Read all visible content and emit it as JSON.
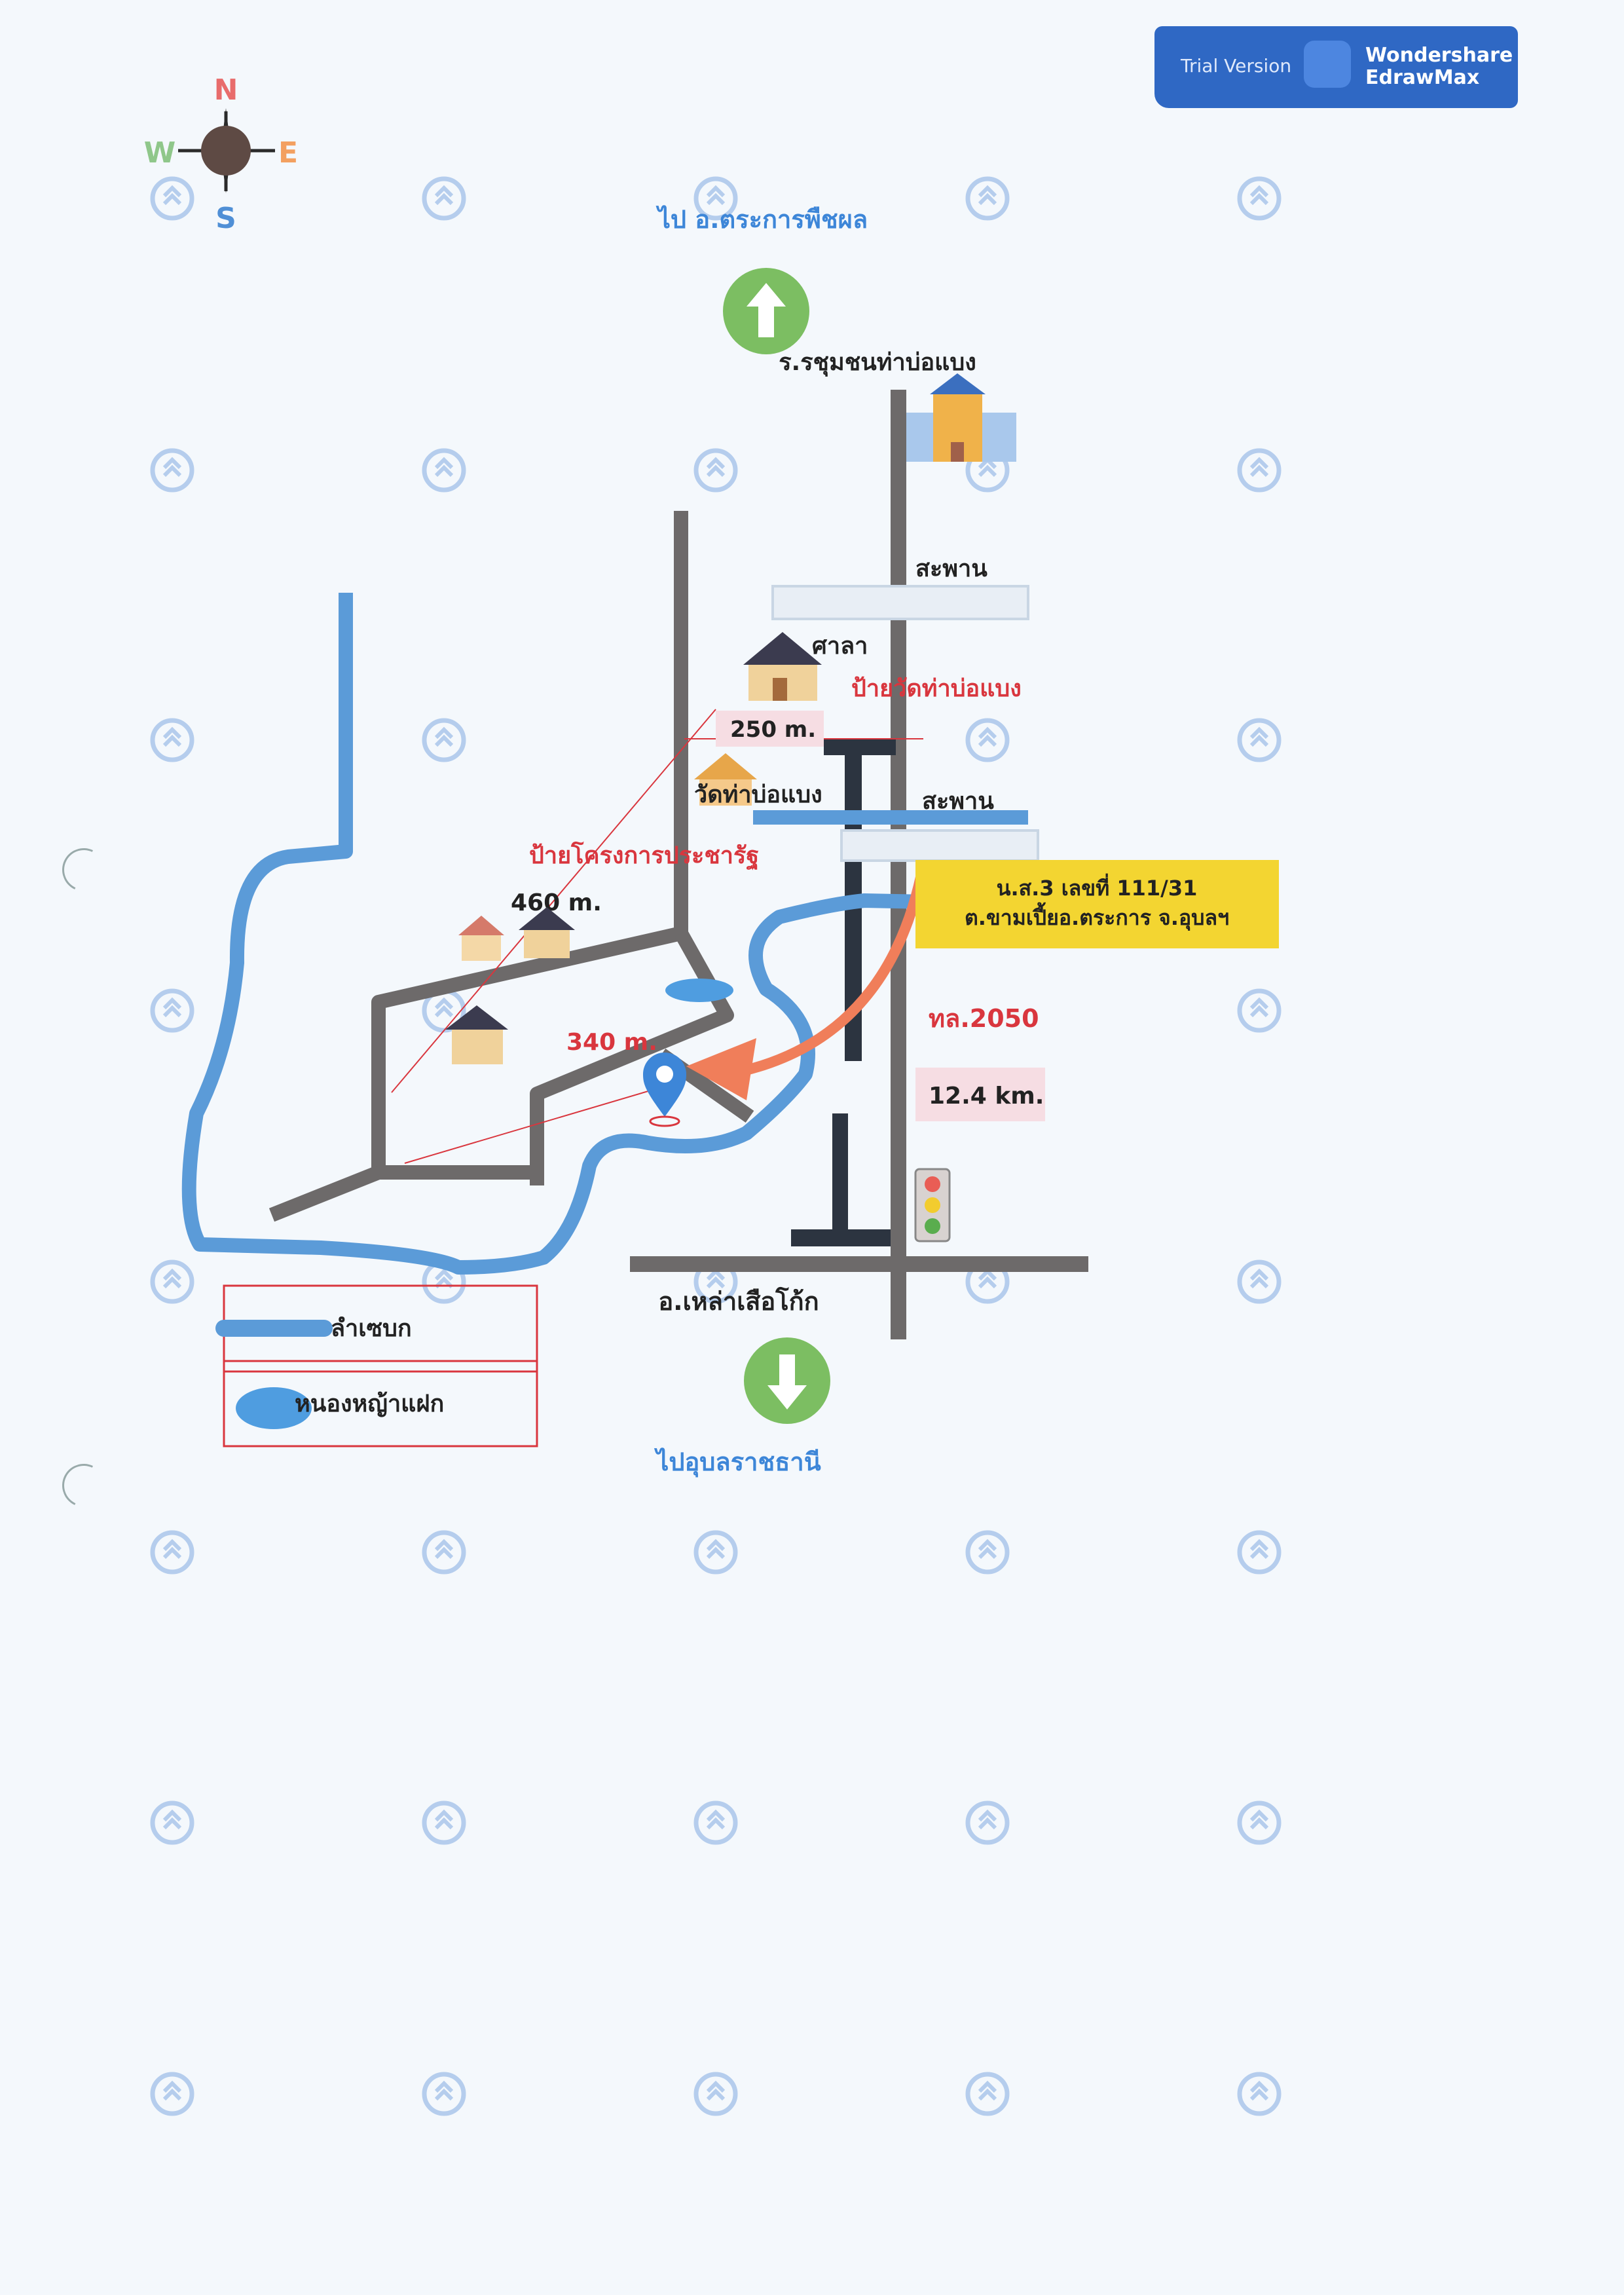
{
  "brand": {
    "trial_label": "Trial Version",
    "name_line1": "Wondershare",
    "name_line2": "EdrawMax"
  },
  "compass": {
    "north": "N",
    "east": "E",
    "south": "S",
    "west": "W"
  },
  "labels": {
    "to_north": "ไป อ.ตระการพืชผล",
    "school": "ร.รชุมชนท่าบ่อแบง",
    "bridge_top": "สะพาน",
    "sala": "ศาลา",
    "temple_sign": "ป้ายวัดท่าบ่อแบง",
    "dist_250": "250 m.",
    "temple": "วัดท่าบ่อแบง",
    "bridge_mid": "สะพาน",
    "project_sign": "ป้ายโครงการประชารัฐ",
    "dist_460": "460 m.",
    "dist_340": "340 m.",
    "road_no": "ทล.2050",
    "dist_12": "12.4 km.",
    "to_south_district": "อ.เหล่าเสือโก้ก",
    "to_south": "ไปอุบลราชธานี"
  },
  "callout": {
    "line1": "น.ส.3 เลขที่ 111/31",
    "line2": "ต.ขามเปี้ยอ.ตระการ จ.อุบลฯ"
  },
  "legend": {
    "stream": "ลำเซบก",
    "pond": "หนองหญ้าแฝก"
  },
  "colors": {
    "road": "#6d6a6a",
    "road_dark": "#2c3440",
    "river": "#5b9bd8",
    "label_red": "#d9363e",
    "label_blue": "#3d86d8",
    "arrow_orange": "#f07e5a",
    "callout_bg": "#f3d531",
    "arrow_green": "#7cbe62",
    "brand_blue": "#2f68c4"
  }
}
